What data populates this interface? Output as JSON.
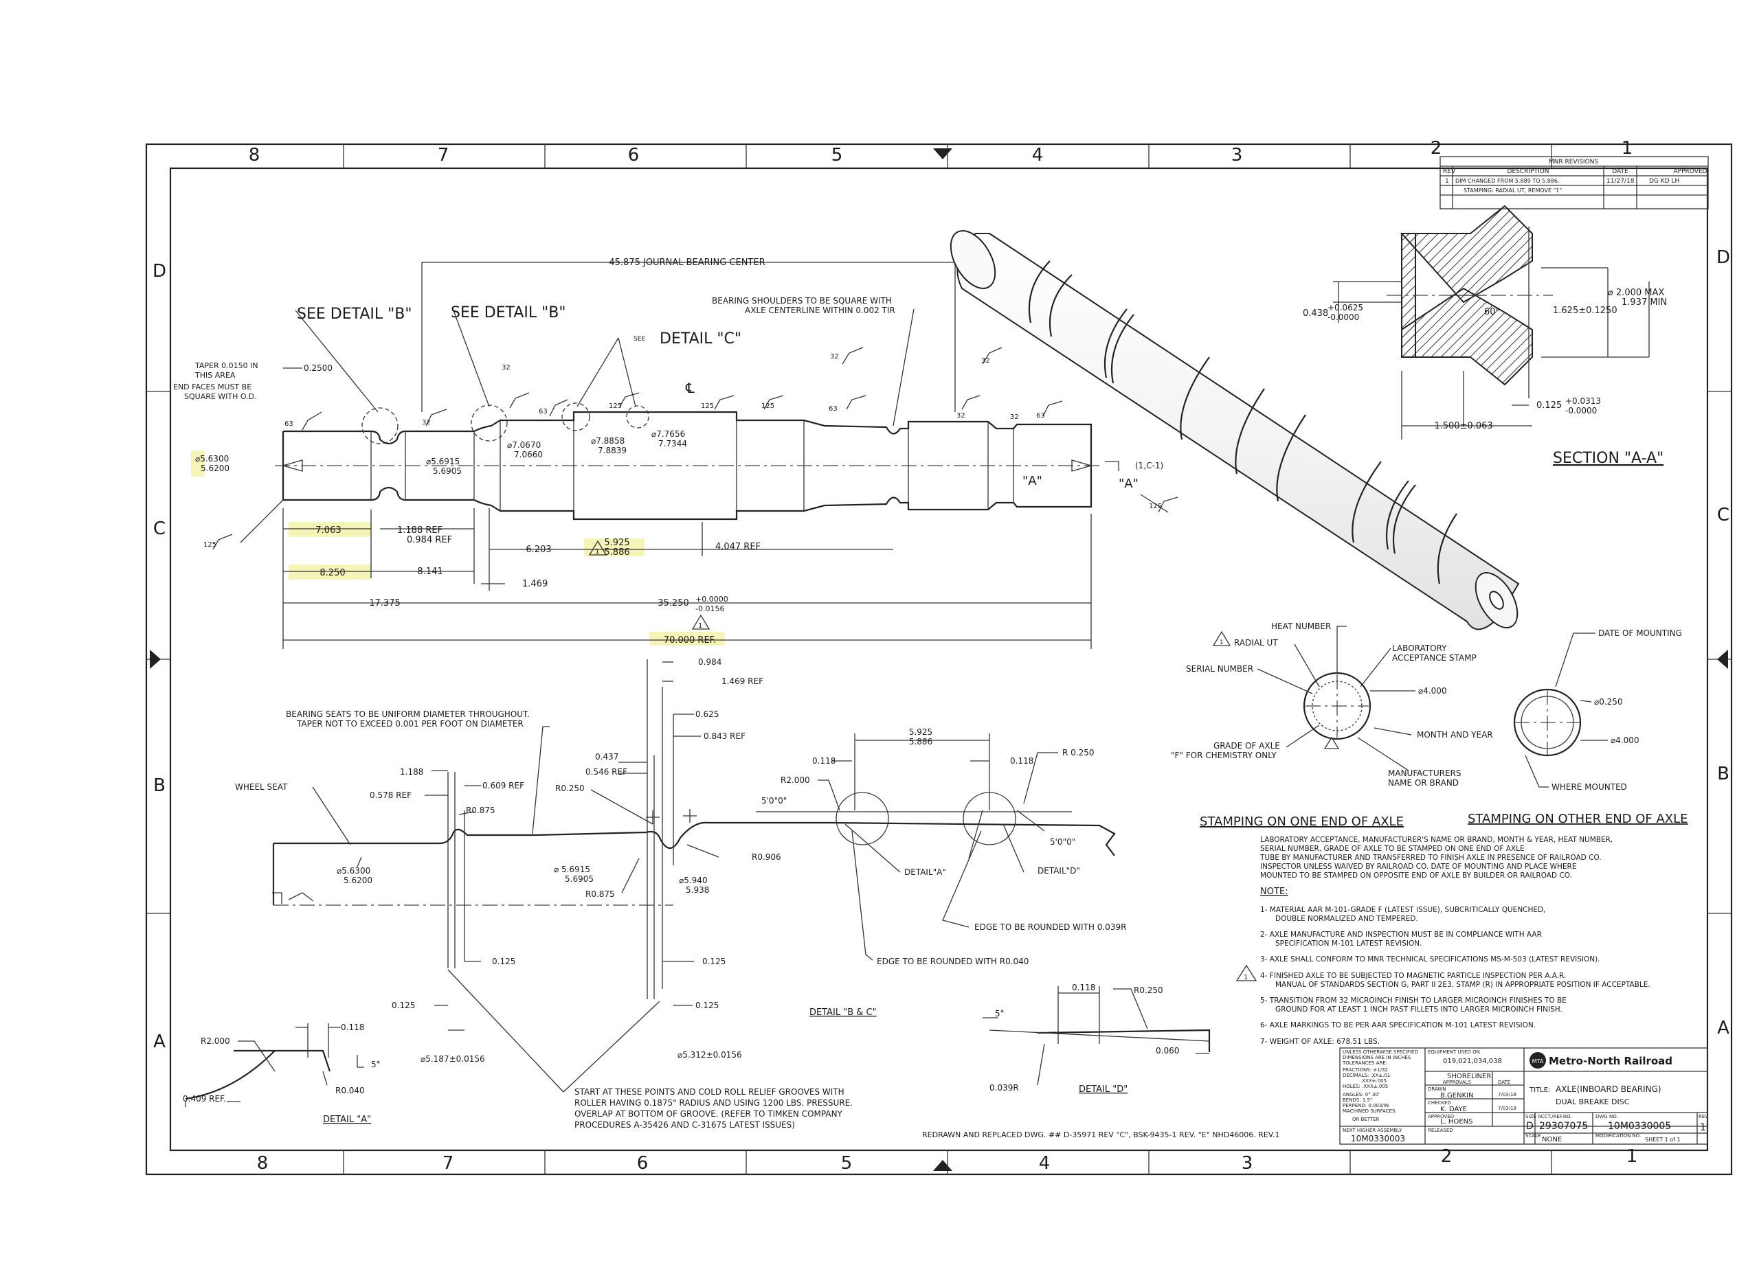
{
  "zones": {
    "top": [
      "8",
      "7",
      "6",
      "5",
      "4",
      "3",
      "2",
      "1"
    ],
    "bottom": [
      "8",
      "7",
      "6",
      "5",
      "4",
      "3",
      "2",
      "1"
    ],
    "left": [
      "D",
      "C",
      "B",
      "A"
    ],
    "right": [
      "D",
      "C",
      "B",
      "A"
    ]
  },
  "revisions": {
    "title": "MNR REVISIONS",
    "headers": {
      "rev": "REV",
      "description": "DESCRIPTION",
      "date": "DATE",
      "approved": "APPROVED"
    },
    "row": {
      "rev": "1",
      "description": "DIM CHANGED FROM 5.889 TO 5.886.",
      "date": "11/27/18",
      "approved": "DG   KD   LH"
    },
    "row2": {
      "description": "STAMPING: RADIAL UT, REMOVE \"1\""
    }
  },
  "main_view": {
    "journal_center": "45.875 JOURNAL BEARING CENTER",
    "see_detail_b_1": "SEE DETAIL \"B\"",
    "see_detail_b_2": "SEE DETAIL \"B\"",
    "see_detail_c": "DETAIL \"C\"",
    "see_small": "SEE",
    "bearing_note_1": "BEARING SHOULDERS TO BE SQUARE WITH",
    "bearing_note_2": "AXLE CENTERLINE WITHIN 0.002 TIR",
    "taper_1": "TAPER 0.0150 IN",
    "taper_2": "THIS AREA",
    "end_faces_1": "END FACES MUST BE",
    "end_faces_2": "SQUARE WITH O.D.",
    "d_0250": "0.2500",
    "s63a": "63",
    "s63b": "63",
    "s63c": "63",
    "s63d": "63",
    "s32a": "32",
    "s32b": "32",
    "s32c": "32",
    "s32d": "32",
    "s32e": "32",
    "s32f": "32",
    "s125a": "125",
    "s125b": "125",
    "s125c": "125",
    "s125d": "125",
    "s125e": "125",
    "d_5630": "⌀5.6300",
    "d_5620": "5.6200",
    "d_56915": "⌀5.6915",
    "d_56905": "5.6905",
    "d_70670": "⌀7.0670",
    "d_70660": "7.0660",
    "d_78858": "⌀7.8858",
    "d_78839": "7.8839",
    "d_77656": "⌀7.7656",
    "d_77344": "7.7344",
    "cl_symbol": "℄",
    "sec_a_left": "\"A\"",
    "sec_a_right": "\"A\"",
    "sec_ref": "(1,C-1)",
    "dim_7063": "7.063",
    "dim_1188ref": "1.188 REF",
    "dim_0984ref": "0.984 REF",
    "dim_6203": "6.203",
    "dim_5925": "5.925",
    "dim_5886": "5.886",
    "dim_4047ref": "4.047 REF",
    "dim_8250": "8.250",
    "dim_8141": "8.141",
    "dim_1469": "1.469",
    "dim_17375": "17.375",
    "dim_35250": "35.250",
    "dim_35250_tol_up": "+0.0000",
    "dim_35250_tol_dn": "-0.0156",
    "dim_70000": "70.000 REF.",
    "tri_1": "1",
    "tri_2": "1"
  },
  "section_aa": {
    "title": "SECTION \"A-A\"",
    "d0438": "0.438",
    "d0438_up": "+0.0625",
    "d0438_dn": "-0.0000",
    "angle": "60°",
    "d1625": "1.625±0.1250",
    "d2000": "⌀ 2.000 MAX",
    "d1937": "1.937 MIN",
    "d0125": "0.125",
    "d0125_up": "+0.0313",
    "d0125_dn": "-0.0000",
    "d1500": "1.500±0.063"
  },
  "stamping": {
    "heat_number": "HEAT NUMBER",
    "radial_ut": "RADIAL UT",
    "serial_number": "SERIAL NUMBER",
    "lab_stamp_1": "LABORATORY",
    "lab_stamp_2": "ACCEPTANCE STAMP",
    "d4000a": "⌀4.000",
    "month_year": "MONTH AND YEAR",
    "grade_1": "GRADE OF AXLE",
    "grade_2": "\"F\" FOR CHEMISTRY ONLY",
    "mfr_1": "MANUFACTURERS",
    "mfr_2": "NAME OR BRAND",
    "date_mounting": "DATE OF MOUNTING",
    "d0250": "⌀0.250",
    "d4000b": "⌀4.000",
    "where_mounted": "WHERE MOUNTED",
    "title_one": "STAMPING ON ONE END OF AXLE",
    "title_other": "STAMPING ON OTHER END OF AXLE",
    "tri": "1"
  },
  "notes": {
    "intro": [
      "LABORATORY ACCEPTANCE, MANUFACTURER'S NAME OR BRAND, MONTH & YEAR, HEAT NUMBER,",
      "SERIAL NUMBER, GRADE OF AXLE TO BE STAMPED ON ONE END OF AXLE",
      "TUBE BY MANUFACTURER AND TRANSFERRED TO FINISH AXLE IN PRESENCE OF RAILROAD CO.",
      "INSPECTOR UNLESS WAIVED BY RAILROAD CO. DATE OF MOUNTING AND PLACE WHERE",
      "MOUNTED TO BE STAMPED ON OPPOSITE END OF AXLE BY BUILDER OR RAILROAD CO."
    ],
    "heading": "NOTE:",
    "n1a": "1-  MATERIAL AAR M-101-GRADE F (LATEST ISSUE), SUBCRITICALLY QUENCHED,",
    "n1b": "DOUBLE NORMALIZED AND TEMPERED.",
    "n2a": "2-  AXLE MANUFACTURE AND INSPECTION MUST BE IN COMPLIANCE WITH AAR",
    "n2b": "SPECIFICATION M-101 LATEST REVISION.",
    "n3": "3-   AXLE SHALL CONFORM TO MNR TECHNICAL SPECIFICATIONS MS-M-503 (LATEST REVISION).",
    "n4a": "4-  FINISHED AXLE TO BE SUBJECTED TO MAGNETIC PARTICLE INSPECTION PER A.A.R.",
    "n4b": "MANUAL OF STANDARDS SECTION G, PART II 2E3. STAMP (R) IN APPROPRIATE POSITION IF ACCEPTABLE.",
    "n5a": "5-  TRANSITION FROM 32 MICROINCH FINISH TO LARGER MICROINCH FINISHES TO BE",
    "n5b": "GROUND FOR AT LEAST 1 INCH PAST FILLETS INTO LARGER MICROINCH FINISH.",
    "n6": "6-  AXLE MARKINGS TO BE PER AAR SPECIFICATION M-101 LATEST REVISION.",
    "n7": "7-  WEIGHT OF AXLE: 678.51 LBS.",
    "tri": "1"
  },
  "detail_bc": {
    "bearing_seats_1": "BEARING SEATS TO BE UNIFORM DIAMETER THROUGHOUT.",
    "bearing_seats_2": "TAPER NOT TO EXCEED 0.001 PER FOOT ON DIAMETER",
    "wheel_seat": "WHEEL SEAT",
    "d1188": "1.188",
    "d0578": "0.578 REF",
    "d0609": "0.609 REF",
    "r0875a": "R0.875",
    "r0250": "R0.250",
    "d0437": "0.437",
    "d0546": "0.546 REF",
    "d0984": "0.984",
    "d1469": "1.469 REF",
    "d0625": "0.625",
    "d0843": "0.843 REF",
    "d5630": "⌀5.6300",
    "d5620": "5.6200",
    "d56915": "⌀ 5.6915",
    "d56905": "5.6905",
    "r0875b": "R0.875",
    "d5940": "⌀5.940",
    "d5938": "5.938",
    "r0906": "R0.906",
    "d0125a": "0.125",
    "d0125b": "0.125",
    "d0125c": "0.125",
    "d0125d": "0.125",
    "d5187": "⌀5.187±0.0156",
    "d5312": "⌀5.312±0.0156",
    "title": "DETAIL \"B & C\"",
    "cold_roll": [
      "START AT THESE POINTS AND COLD ROLL RELIEF GROOVES WITH",
      "ROLLER HAVING 0.1875\" RADIUS AND USING 1200 LBS. PRESSURE.",
      "OVERLAP AT BOTTOM OF GROOVE. (REFER TO TIMKEN COMPANY",
      "PROCEDURES A-35426 AND C-31675 LATEST ISSUES)"
    ]
  },
  "detail_ad": {
    "d5925": "5.925",
    "d5886": "5.886",
    "d0118a": "0.118",
    "d0118b": "0.118",
    "r2000": "R2.000",
    "ang5a": "5'0\"0\"",
    "r0250": "R 0.250",
    "ang5b": "5'0\"0\"",
    "detail_a_label": "DETAIL\"A\"",
    "detail_d_label": "DETAIL\"D\"",
    "edge_039": "EDGE TO BE ROUNDED WITH 0.039R",
    "edge_040": "EDGE TO BE ROUNDED WITH R0.040"
  },
  "detail_a": {
    "r2000": "R2.000",
    "d0118": "0.118",
    "ang": "5°",
    "r0040": "R0.040",
    "d0409": "0.409 REF.",
    "title": "DETAIL \"A\""
  },
  "detail_d": {
    "d0118": "0.118",
    "r0250": "R0.250",
    "ang": "5°",
    "d0060": "0.060",
    "r0039": "0.039R",
    "title": "DETAIL \"D\""
  },
  "redrawn": "REDRAWN AND REPLACED  DWG. ## D-35971 REV \"C\", BSK-9435-1 REV. \"E\" NHD46006. REV.1",
  "title_block": {
    "tolerances": [
      "UNLESS OTHERWISE SPECIFIED",
      "DIMENSIONS ARE IN INCHES",
      "TOLERANCES ARE:",
      "FRACTIONS: ±1/32",
      "DECIMALS: .XX±.01",
      ".XXX±.005",
      "HOLES: .XXX±.005",
      "ANGLES: 0° 30'",
      "BENDS: 1.5°",
      "PERPEND: 0.003/IN",
      "MACHINED SURFACES:",
      "OR BETTER"
    ],
    "equipment_label": "EQUIPMENT USED ON",
    "equipment_value": "019,021,034,038",
    "equipment_name": "SHORELINER",
    "approvals": "APPROVALS",
    "date_hdr": "DATE",
    "drawn_label": "DRAWN",
    "drawn_name": "B.GENKIN",
    "drawn_date": "7/03/18",
    "checked_label": "CHECKED",
    "checked_name": "K. DAYE",
    "checked_date": "7/03/18",
    "approved_label": "APPROVED",
    "approved_name": "L. HOENS",
    "released_label": "RELEASED",
    "next_assy_label": "NEXT HIGHER ASSEMBLY",
    "next_assy": "10M0330003",
    "logo_text": "Metro-North Railroad",
    "logo_badge": "MTA",
    "title_label": "TITLE:",
    "title_1": "AXLE(INBOARD BEARING)",
    "title_2": "DUAL BREAKE DISC",
    "size_label": "SIZE",
    "size": "D",
    "acct_label": "ACCT./REF.NO.",
    "acct": "29307075",
    "dwg_label": "DWG NO.",
    "dwg": "10M0330005",
    "rev_label": "REV",
    "rev": "1",
    "scale_label": "SCALE",
    "scale": "NONE",
    "mod_label": "MODIFICATION NO.",
    "sheet": "SHEET 1 of 1"
  }
}
